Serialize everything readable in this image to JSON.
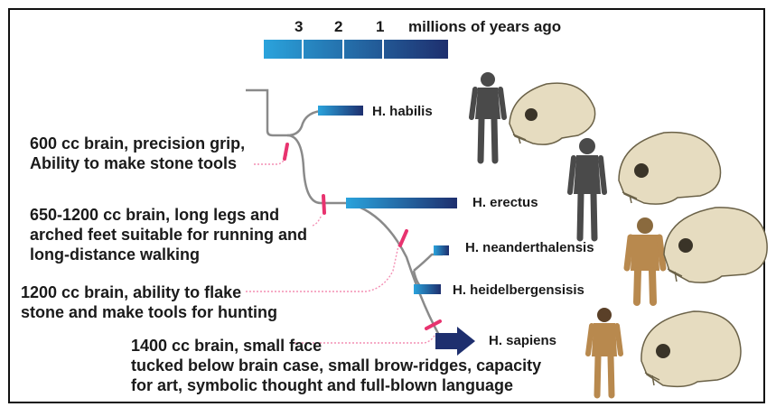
{
  "timescale": {
    "ticks": [
      "3",
      "2",
      "1"
    ],
    "unit_label": "millions of years ago"
  },
  "species": [
    {
      "name": "H. habilis"
    },
    {
      "name": "H. erectus"
    },
    {
      "name": "H. neanderthalensis"
    },
    {
      "name": "H. heidelbergensisis"
    },
    {
      "name": "H. sapiens"
    }
  ],
  "annotations": [
    {
      "lines": [
        "600 cc brain, precision grip,",
        "Ability to make stone tools"
      ]
    },
    {
      "lines": [
        "650-1200 cc brain, long legs and",
        "arched feet suitable for running and",
        "long-distance walking"
      ]
    },
    {
      "lines": [
        "1200 cc brain, ability to flake",
        "stone and make tools for hunting"
      ]
    },
    {
      "lines": [
        "1400 cc brain, small face",
        "tucked below brain case, small brow-ridges, capacity",
        "for art, symbolic thought and full-blown language"
      ]
    }
  ],
  "colors": {
    "bar_dark": "#1e2f6e",
    "bar_light": "#2aa3dc",
    "branch": "#8a8a8a",
    "marker": "#e8336f",
    "leader": "#f48fb4",
    "skull": "#e6dcc0",
    "figure_dark": "#4a4a4a",
    "figure_tan": "#b8894e"
  }
}
